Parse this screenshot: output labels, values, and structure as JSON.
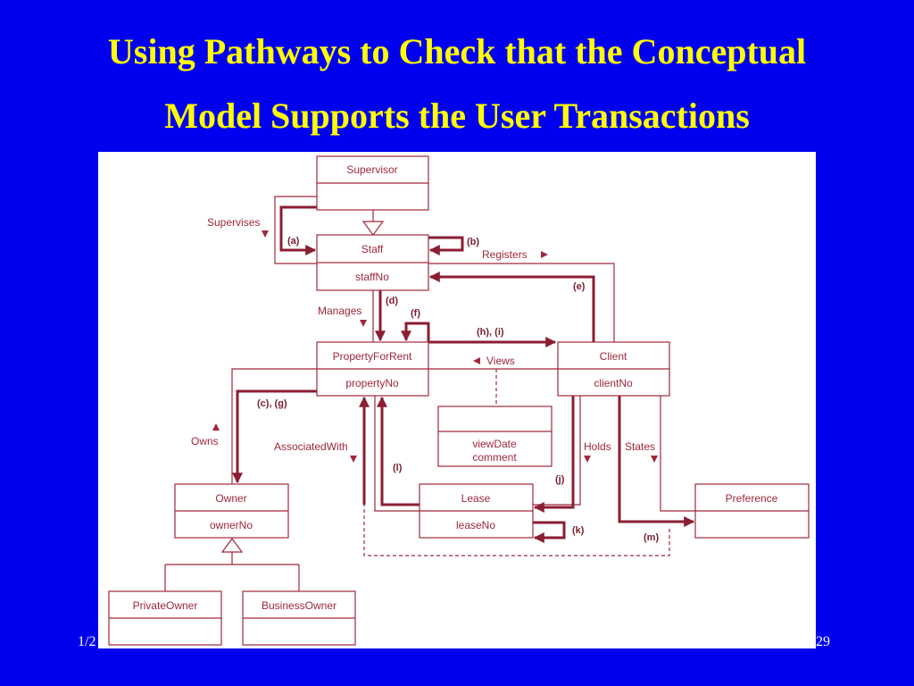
{
  "slide": {
    "title_line_1": "Using Pathways to Check that the Conceptual",
    "title_line_2": "Model Supports the User Transactions",
    "footer_left": "1/2",
    "footer_right": "29"
  },
  "colors": {
    "background": "#0000EE",
    "title": "#FFFF00",
    "diagram_line": "#A0283C",
    "pathway": "#8B1E32"
  },
  "classes": {
    "supervisor": {
      "name": "Supervisor",
      "attr": ""
    },
    "staff": {
      "name": "Staff",
      "attr": "staffNo"
    },
    "property": {
      "name": "PropertyForRent",
      "attr": "propertyNo"
    },
    "client": {
      "name": "Client",
      "attr": "clientNo"
    },
    "viewing": {
      "name": "",
      "attr_1": "viewDate",
      "attr_2": "comment"
    },
    "owner": {
      "name": "Owner",
      "attr": "ownerNo"
    },
    "lease": {
      "name": "Lease",
      "attr": "leaseNo"
    },
    "preference": {
      "name": "Preference",
      "attr": ""
    },
    "private_owner": {
      "name": "PrivateOwner",
      "attr": ""
    },
    "business_owner": {
      "name": "BusinessOwner",
      "attr": ""
    }
  },
  "associations": {
    "supervises": "Supervises",
    "registers": "Registers",
    "manages": "Manages",
    "views": "Views",
    "owns": "Owns",
    "associated_with": "AssociatedWith",
    "holds": "Holds",
    "states": "States"
  },
  "pathways": {
    "a": "(a)",
    "b": "(b)",
    "cg": "(c), (g)",
    "d": "(d)",
    "e": "(e)",
    "f": "(f)",
    "hi": "(h), (i)",
    "j": "(j)",
    "k": "(k)",
    "l": "(l)",
    "m": "(m)"
  }
}
